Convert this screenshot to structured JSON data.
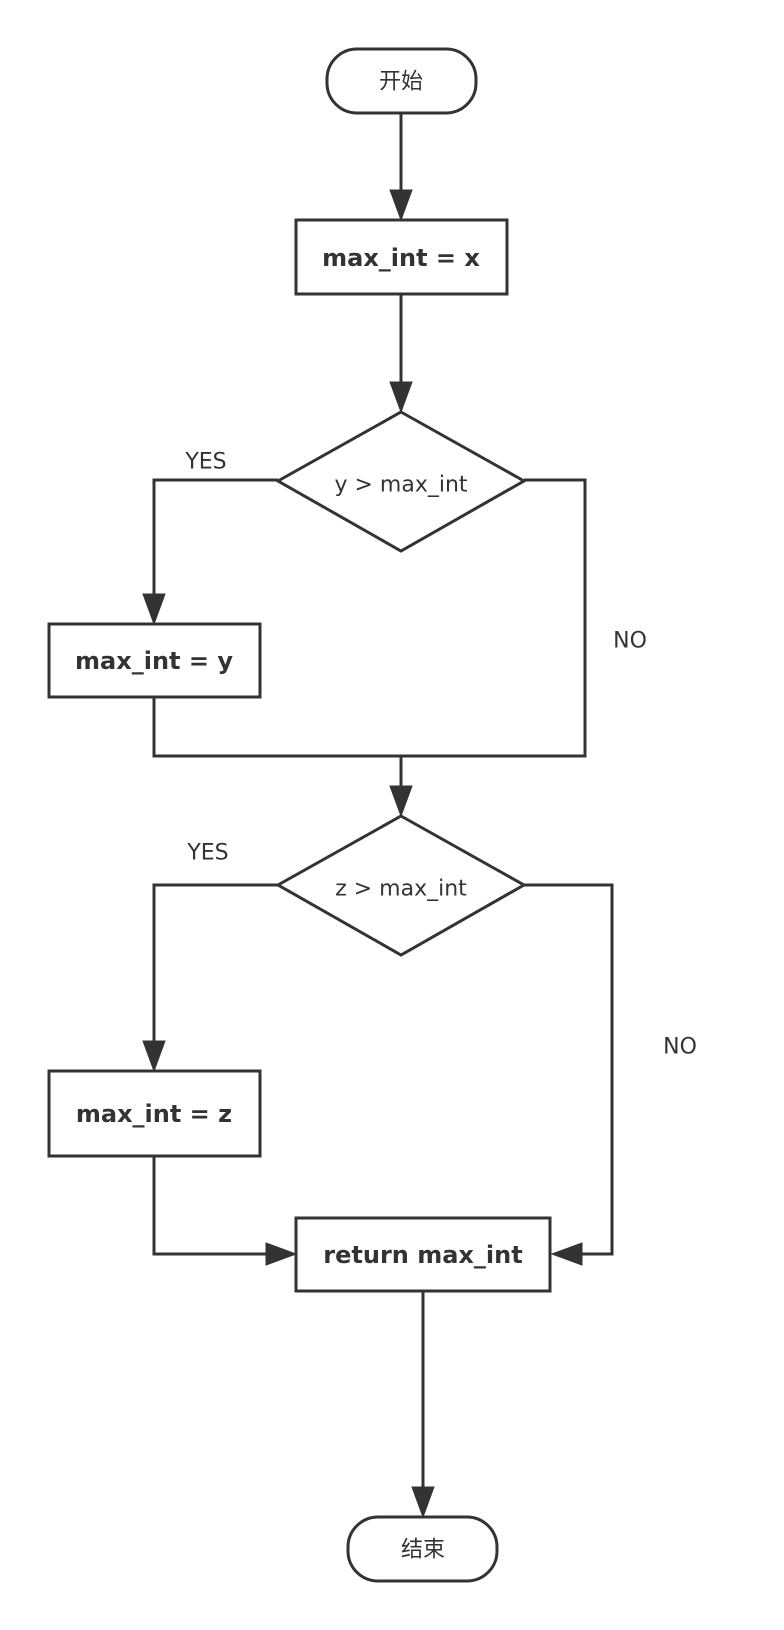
{
  "nodes": {
    "start": "开始",
    "assign_x": "max_int = x",
    "decision_y": "y > max_int",
    "assign_y": "max_int = y",
    "decision_z": "z > max_int",
    "assign_z": "max_int = z",
    "return": "return max_int",
    "end": "结束"
  },
  "edge_labels": {
    "decision_y_yes": "YES",
    "decision_y_no": "NO",
    "decision_z_yes": "YES",
    "decision_z_no": "NO"
  },
  "colors": {
    "stroke": "#333333",
    "background": "#ffffff"
  }
}
